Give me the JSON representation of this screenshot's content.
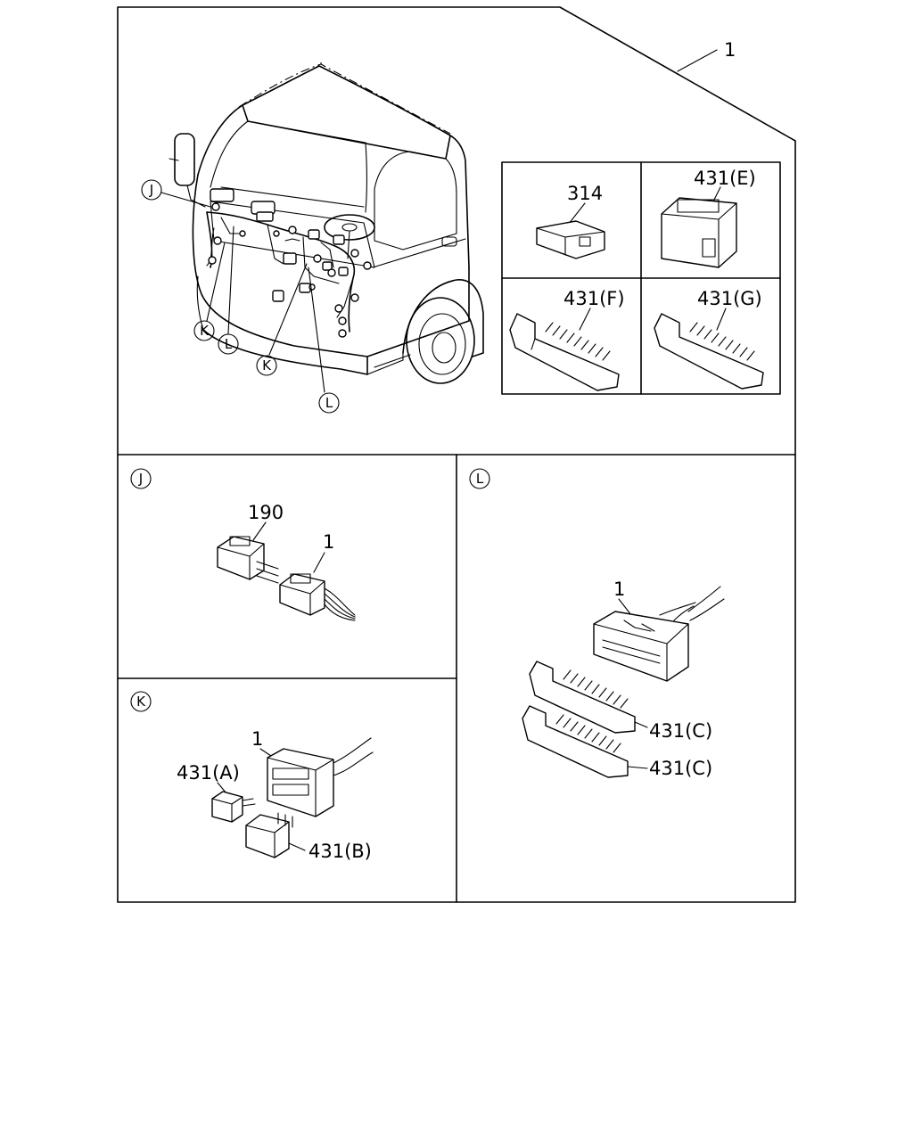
{
  "overview": {
    "assembly_callout": "1",
    "detail_markers": {
      "j": "J",
      "k1": "K",
      "l1": "L",
      "k2": "K",
      "l2": "L"
    }
  },
  "parts_table": {
    "cell_314": "314",
    "cell_431e": "431(E)",
    "cell_431f": "431(F)",
    "cell_431g": "431(G)"
  },
  "detail_j": {
    "marker": "J",
    "callout_190": "190",
    "callout_1": "1"
  },
  "detail_k": {
    "marker": "K",
    "callout_1": "1",
    "callout_431a": "431(A)",
    "callout_431b": "431(B)"
  },
  "detail_l": {
    "marker": "L",
    "callout_1": "1",
    "callout_431c_upper": "431(C)",
    "callout_431c_lower": "431(C)"
  }
}
